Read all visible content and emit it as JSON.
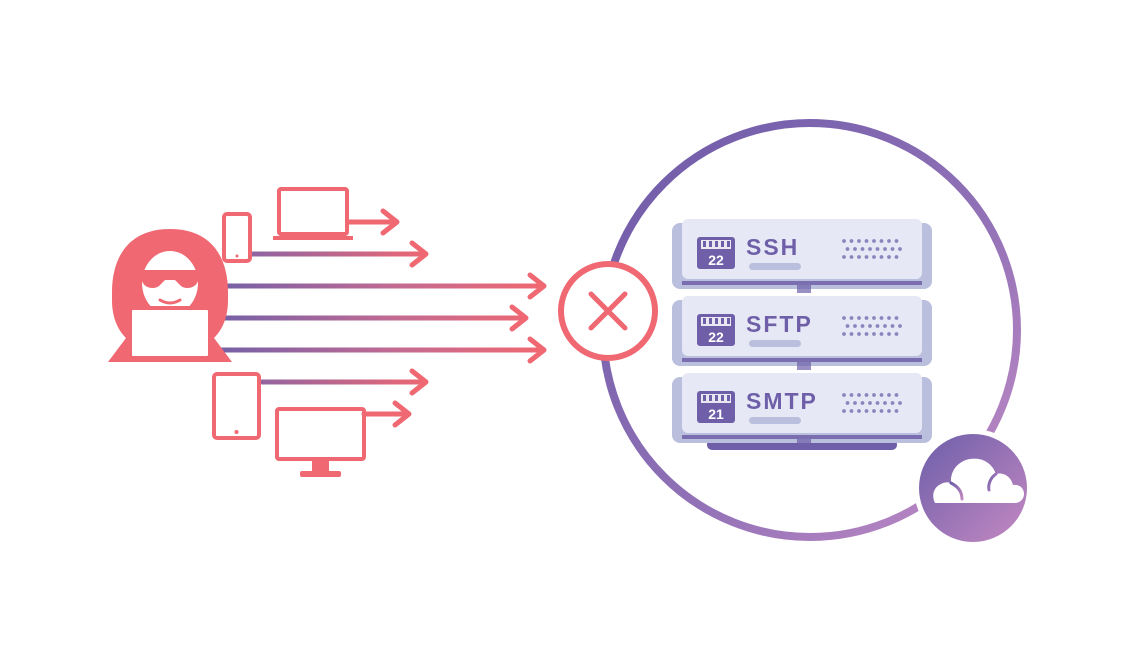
{
  "colors": {
    "attack": "#ef6872",
    "purple": "#6e5fa8",
    "violet_light": "#a27ec4",
    "pink_purple": "#b886c6",
    "server_face": "#e6e9f5",
    "server_shadow": "#b9bfdc",
    "background": "#ffffff"
  },
  "icons": {
    "attacker": "hooded-hacker-icon",
    "devices": [
      "laptop-icon",
      "smartphone-icon",
      "tablet-icon",
      "desktop-monitor-icon"
    ],
    "block": "x-circle-icon",
    "server": "server-rack-icon",
    "badge": "cloudflare-cloud-icon"
  },
  "servers": [
    {
      "label": "SSH",
      "port": "22"
    },
    {
      "label": "SFTP",
      "port": "22"
    },
    {
      "label": "SMTP",
      "port": "21"
    }
  ]
}
